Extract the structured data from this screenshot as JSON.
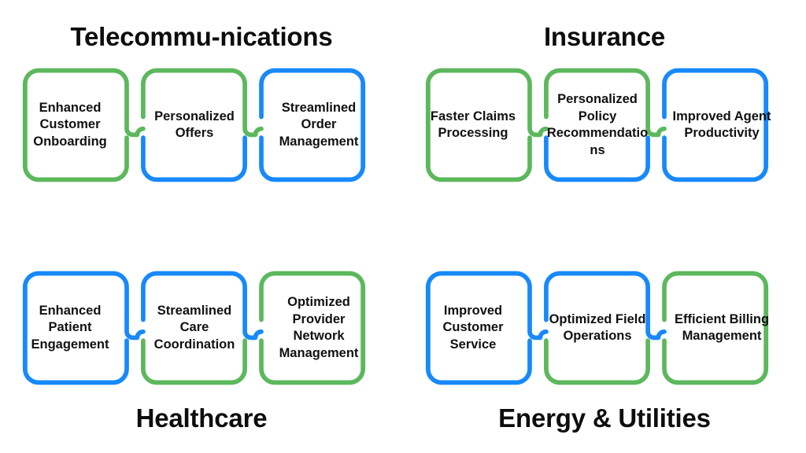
{
  "diagram": {
    "background_color": "#ffffff",
    "text_color": "#111111",
    "title_color": "#0d0d0d",
    "palette": {
      "green": "#5CB85C",
      "blue": "#1789FB"
    },
    "stroke_width": 6,
    "corner_radius": 18,
    "layout": "2x2 grid of three-step interlocking card chains"
  },
  "groups": [
    {
      "id": "telecommunications",
      "title": "Telecommu-nications",
      "title_position": "above",
      "start_color": "#5CB85C",
      "end_color": "#1789FB",
      "cards": [
        {
          "label": "Enhanced Customer Onboarding",
          "top_color": "#5CB85C",
          "bottom_color": "#5CB85C"
        },
        {
          "label": "Personalized Offers",
          "top_color": "#5CB85C",
          "bottom_color": "#1789FB"
        },
        {
          "label": "Streamlined Order Management",
          "top_color": "#1789FB",
          "bottom_color": "#1789FB"
        }
      ]
    },
    {
      "id": "insurance",
      "title": "Insurance",
      "title_position": "above",
      "start_color": "#5CB85C",
      "end_color": "#1789FB",
      "cards": [
        {
          "label": "Faster Claims Processing",
          "top_color": "#5CB85C",
          "bottom_color": "#5CB85C"
        },
        {
          "label": "Personalized Policy Recommendations",
          "top_color": "#5CB85C",
          "bottom_color": "#1789FB"
        },
        {
          "label": "Improved Agent Productivity",
          "top_color": "#1789FB",
          "bottom_color": "#1789FB"
        }
      ]
    },
    {
      "id": "healthcare",
      "title": "Healthcare",
      "title_position": "below",
      "start_color": "#1789FB",
      "end_color": "#5CB85C",
      "cards": [
        {
          "label": "Enhanced Patient Engagement",
          "top_color": "#1789FB",
          "bottom_color": "#1789FB"
        },
        {
          "label": "Streamlined Care Coordination",
          "top_color": "#1789FB",
          "bottom_color": "#5CB85C"
        },
        {
          "label": "Optimized Provider Network Management",
          "top_color": "#5CB85C",
          "bottom_color": "#5CB85C"
        }
      ]
    },
    {
      "id": "energy-utilities",
      "title": "Energy & Utilities",
      "title_position": "below",
      "start_color": "#1789FB",
      "end_color": "#5CB85C",
      "cards": [
        {
          "label": "Improved Customer Service",
          "top_color": "#1789FB",
          "bottom_color": "#1789FB"
        },
        {
          "label": "Optimized Field Operations",
          "top_color": "#1789FB",
          "bottom_color": "#5CB85C"
        },
        {
          "label": "Efficient Billing Management",
          "top_color": "#5CB85C",
          "bottom_color": "#5CB85C"
        }
      ]
    }
  ]
}
